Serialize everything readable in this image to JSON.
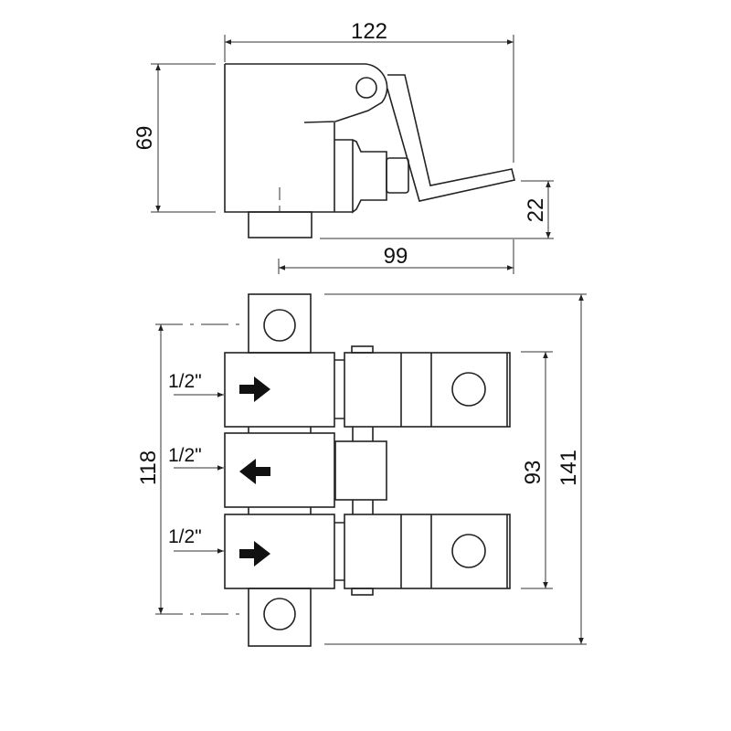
{
  "top_view": {
    "width_dim": "122",
    "height_dim": "69",
    "lever_dim": "22",
    "depth_dim": "99"
  },
  "front_view": {
    "port_labels": [
      "1/2\"",
      "1/2\"",
      "1/2\""
    ],
    "port_arrows": [
      "right",
      "left",
      "right"
    ],
    "height_outer_dim": "141",
    "height_mount_dim": "118",
    "height_handles_dim": "93"
  }
}
